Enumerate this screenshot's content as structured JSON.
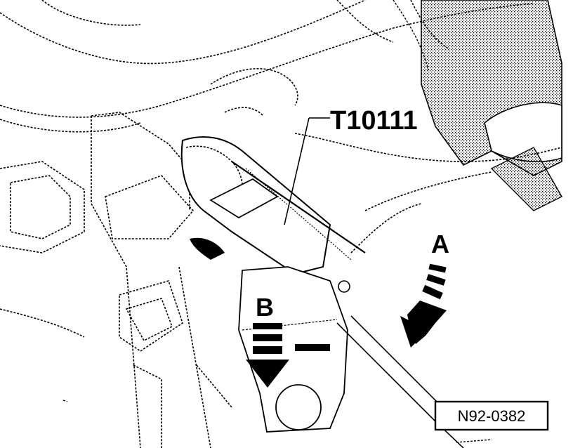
{
  "labels": {
    "tool": "T10111",
    "arrow_a": "A",
    "arrow_b": "B"
  },
  "reference_box": {
    "text": "N92-0382"
  },
  "colors": {
    "ink": "#000000",
    "paper": "#ffffff"
  }
}
